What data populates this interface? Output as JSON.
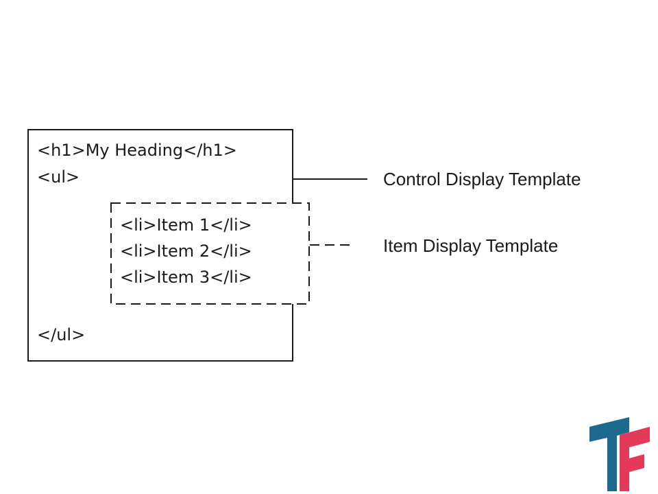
{
  "control_template": {
    "lines": [
      "<h1>My Heading</h1>",
      "<ul>",
      "</ul>"
    ]
  },
  "item_template": {
    "lines": [
      "<li>Item 1</li>",
      "<li>Item 2</li>",
      "<li>Item 3</li>"
    ]
  },
  "labels": {
    "control": "Control Display Template",
    "item": "Item Display Template"
  },
  "colors": {
    "stroke": "#1a1a1a",
    "logo_blue": "#1e6a8e",
    "logo_red": "#e23a58"
  },
  "logo": {
    "icon": "tf-logo-icon"
  }
}
